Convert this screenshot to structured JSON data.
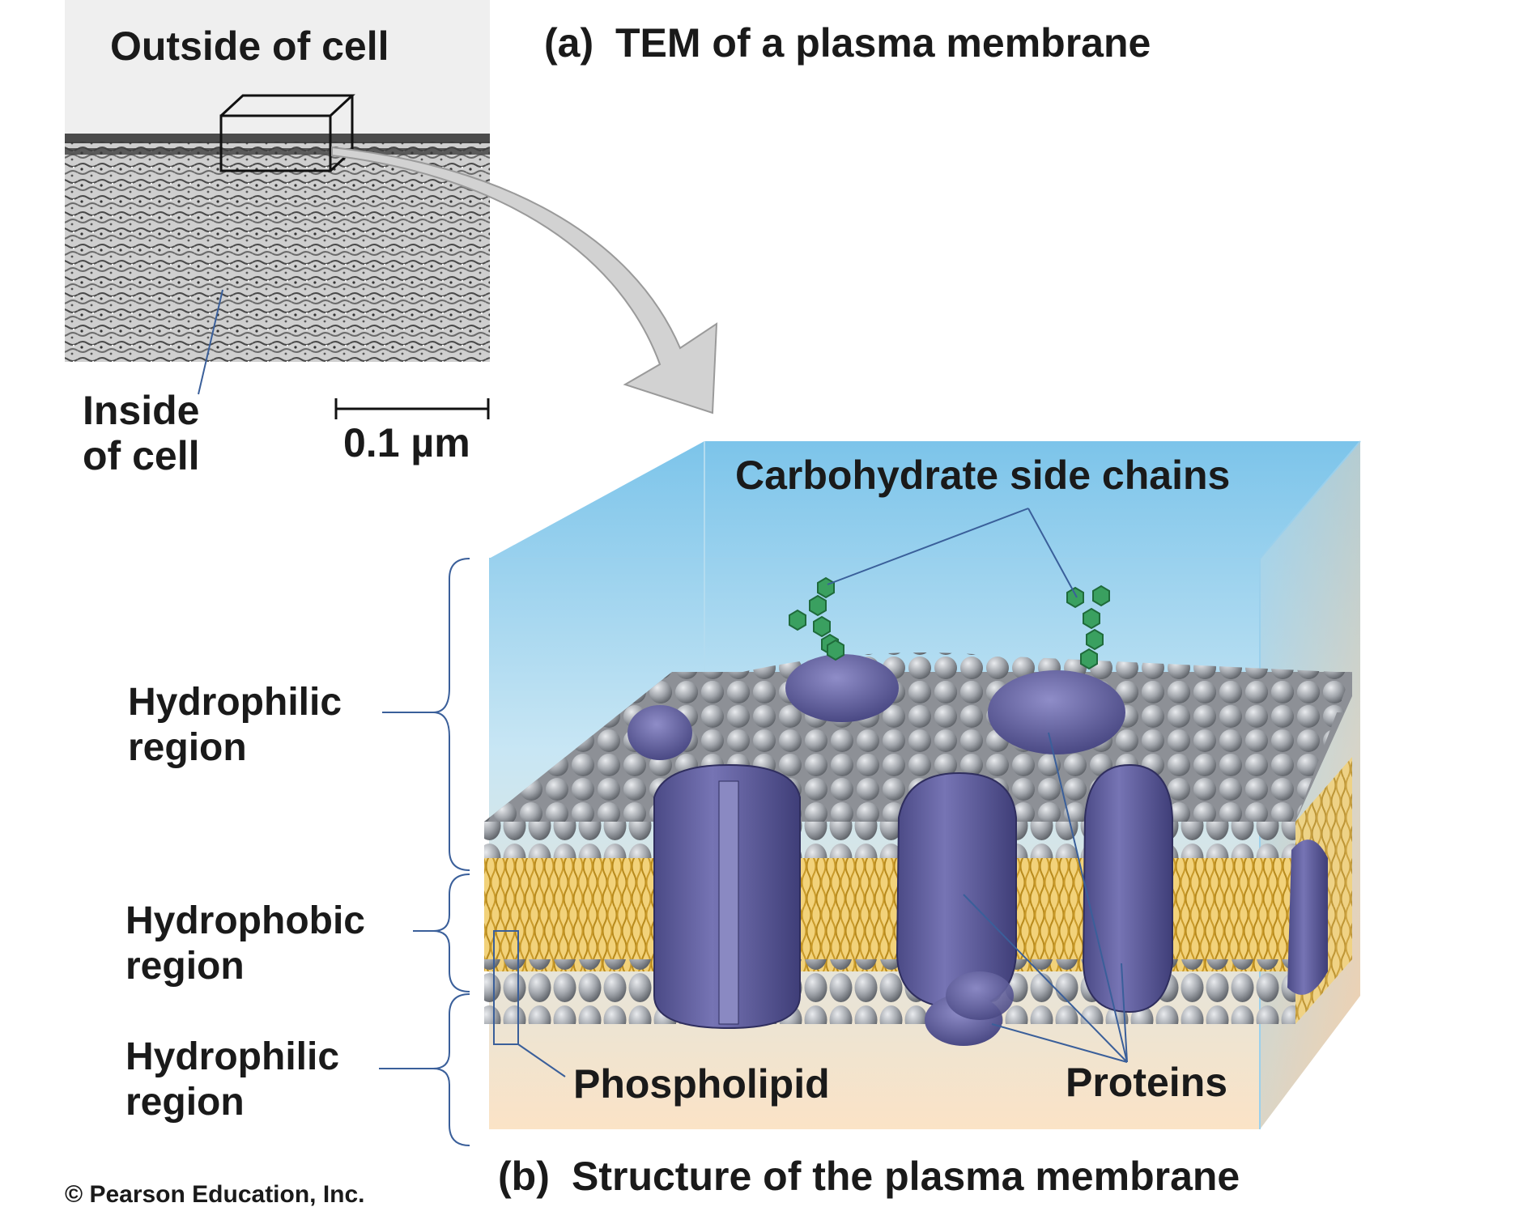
{
  "panel_a": {
    "letter": "(a)",
    "title": "TEM of a plasma membrane",
    "outside_label": "Outside of cell",
    "inside_label_line1": "Inside",
    "inside_label_line2": "of cell",
    "scale_bar_label": "0.1 µm"
  },
  "panel_b": {
    "letter": "(b)",
    "title": "Structure of the plasma membrane",
    "carbohydrate_label": "Carbohydrate side chains",
    "phospholipid_label": "Phospholipid",
    "proteins_label": "Proteins",
    "regions": [
      {
        "line1": "Hydrophilic",
        "line2": "region"
      },
      {
        "line1": "Hydrophobic",
        "line2": "region"
      },
      {
        "line1": "Hydrophilic",
        "line2": "region"
      }
    ]
  },
  "copyright": "© Pearson Education, Inc.",
  "colors": {
    "water_top": "#86c9ec",
    "water_bottom": "#fbe3c6",
    "lipid_head": "#9a9ea4",
    "lipid_tail": "#e8bc4a",
    "protein": "#5f5d9c",
    "carbohydrate": "#3aa060",
    "leader_line": "#3a5f9a"
  }
}
